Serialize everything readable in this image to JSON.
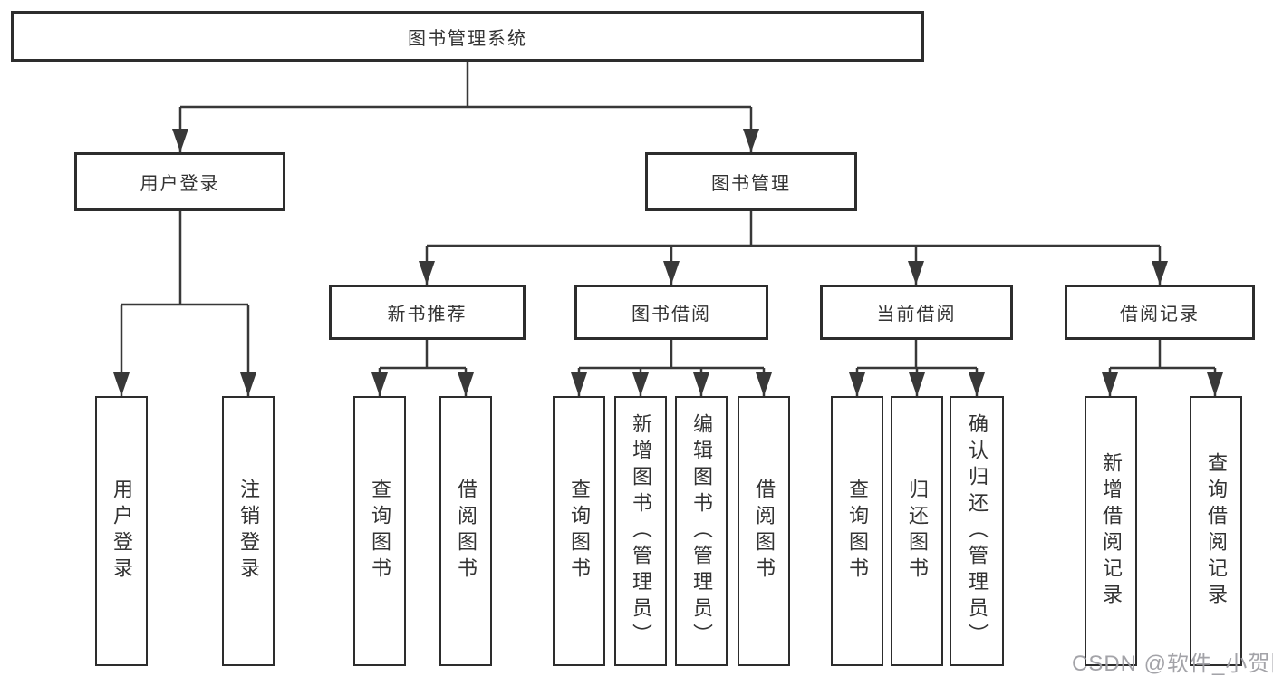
{
  "root": {
    "label": "图书管理系统"
  },
  "branches": [
    {
      "label": "用户登录",
      "children": [
        "用户登录",
        "注销登录"
      ]
    },
    {
      "label": "图书管理"
    }
  ],
  "modules": [
    {
      "label": "新书推荐",
      "children": [
        "查询图书",
        "借阅图书"
      ]
    },
    {
      "label": "图书借阅",
      "children": [
        "查询图书",
        "新增图书（管理员）",
        "编辑图书（管理员）",
        "借阅图书"
      ]
    },
    {
      "label": "当前借阅",
      "children": [
        "查询图书",
        "归还图书",
        "确认归还（管理员）"
      ]
    },
    {
      "label": "借阅记录",
      "children": [
        "新增借阅记录",
        "查询借阅记录"
      ]
    }
  ],
  "watermark": "CSDN @软件_小贺同学",
  "colors": {
    "line": "#383838",
    "box_border": "#2d2d2d",
    "text": "#333333",
    "watermark_text": "#9e9ea3",
    "background": "#ffffff"
  }
}
